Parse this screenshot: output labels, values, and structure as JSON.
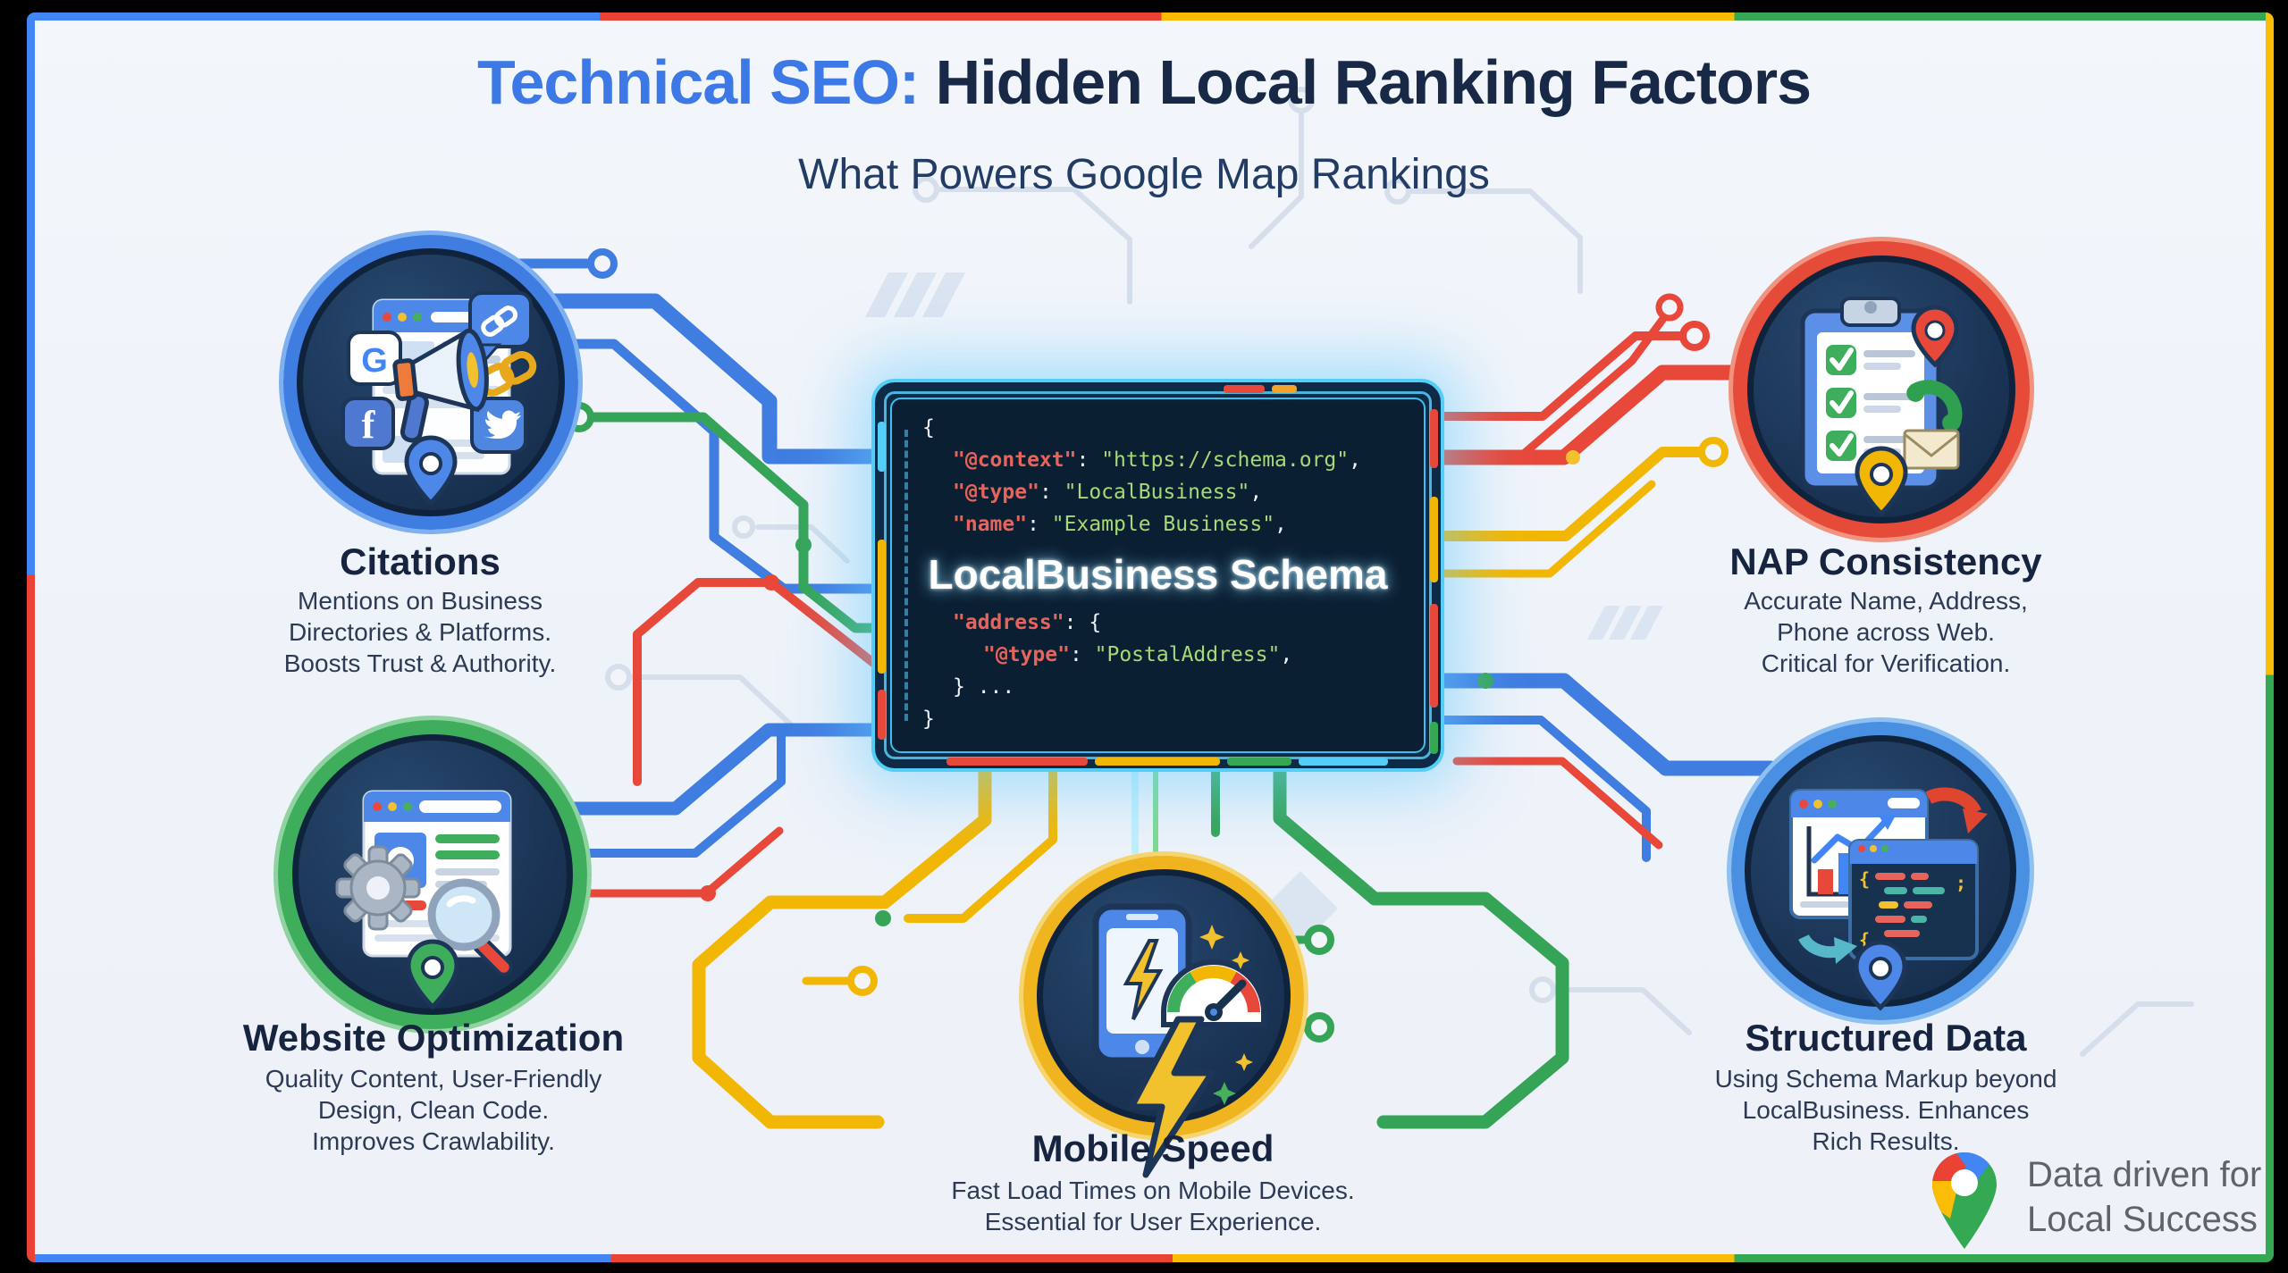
{
  "title": {
    "accent": "Technical SEO:",
    "main": " Hidden Local Ranking Factors"
  },
  "subtitle": "What Powers Google Map Rankings",
  "center_block": {
    "heading": "LocalBusiness Schema",
    "code": {
      "open": "{",
      "ctx_key": "\"@context\"",
      "ctx_sep": ": ",
      "ctx_val": "\"https://schema.org\"",
      "ctx_end": ",",
      "type_key": "\"@type\"",
      "type_sep": ": ",
      "type_val": "\"LocalBusiness\"",
      "type_end": ",",
      "name_key": "\"name\"",
      "name_sep": ": ",
      "name_val": "\"Example Business\"",
      "name_end": ",",
      "addr_key": "\"address\"",
      "addr_sep": ": ",
      "addr_open": "{",
      "ptype_key": "\"@type\"",
      "ptype_sep": ": ",
      "ptype_val": "\"PostalAddress\"",
      "ptype_end": ",",
      "close_inner": "} ...",
      "close": "}"
    }
  },
  "nodes": [
    {
      "title": "Citations",
      "desc": [
        "Mentions on Business",
        "Directories & Platforms.",
        "Boosts Trust & Authority."
      ]
    },
    {
      "title": "NAP Consistency",
      "desc": [
        "Accurate Name, Address,",
        "Phone across Web.",
        "Critical for Verification."
      ]
    },
    {
      "title": "Website Optimization",
      "desc": [
        "Quality Content, User-Friendly",
        "Design, Clean Code.",
        "Improves Crawlability."
      ]
    },
    {
      "title": "Mobile Speed",
      "desc": [
        "Fast Load Times on Mobile Devices.",
        "Essential for User Experience."
      ]
    },
    {
      "title": "Structured Data",
      "desc": [
        "Using Schema Markup beyond",
        "LocalBusiness. Enhances",
        "Rich Results."
      ]
    }
  ],
  "footer": {
    "line1": "Data driven for",
    "line2": "Local Success"
  },
  "colors": {
    "google_blue": "#4285F4",
    "google_red": "#EA4335",
    "google_yellow": "#FBBC05",
    "google_green": "#34A853",
    "navy": "#1c2b4a",
    "title_blue": "#3c79e6",
    "code_key": "#e8645a",
    "code_value": "#a7d977",
    "screen_bg": "#0b1f33"
  }
}
